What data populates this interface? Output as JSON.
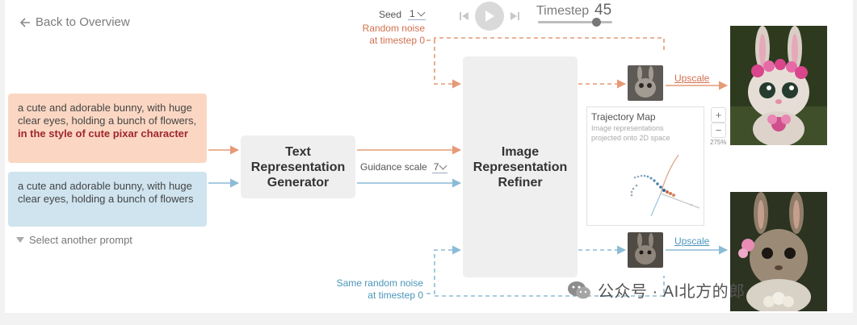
{
  "nav": {
    "back_label": "Back to Overview"
  },
  "controls": {
    "seed_label": "Seed",
    "seed_value": "1",
    "timestep_label": "Timestep",
    "timestep_value": "45",
    "timestep_progress": 0.78,
    "guidance_label": "Guidance scale",
    "guidance_value": "7"
  },
  "noise": {
    "top_line1": "Random noise",
    "top_line2": "at timestep 0",
    "bottom_line1": "Same random noise",
    "bottom_line2": "at timestep 0"
  },
  "prompts": {
    "a_plain": "a cute and adorable bunny, with huge clear eyes, holding a bunch of flowers, ",
    "a_highlight": "in the style of cute pixar character",
    "b_text": "a cute and adorable bunny, with huge clear eyes, holding a bunch of flowers",
    "select_another": "Select another prompt"
  },
  "blocks": {
    "text_gen_line1": "Text",
    "text_gen_line2": "Representation",
    "text_gen_line3": "Generator",
    "refiner_line1": "Image",
    "refiner_line2": "Representation",
    "refiner_line3": "Refiner"
  },
  "output": {
    "upscale_top": "Upscale",
    "upscale_bottom": "Upscale"
  },
  "trajectory": {
    "title": "Trajectory Map",
    "subtitle_line1": "Image representations",
    "subtitle_line2": "projected onto 2D space",
    "zoom_in": "+",
    "zoom_out": "−",
    "zoom_level": "275%"
  },
  "watermark": {
    "text": "公众号 · AI北方的郎"
  },
  "colors": {
    "orange": "#e69a77",
    "blue": "#8bbcd6",
    "orange_text": "#d2704f",
    "blue_text": "#4b96bb",
    "prompt_a_bg": "#fbd7c3",
    "prompt_b_bg": "#cfe4ef",
    "highlight": "#a0262e"
  },
  "icons": [
    "arrow-left-icon",
    "chevron-down-icon",
    "skip-back-icon",
    "play-icon",
    "skip-forward-icon",
    "triangle-down-icon",
    "wechat-icon"
  ]
}
